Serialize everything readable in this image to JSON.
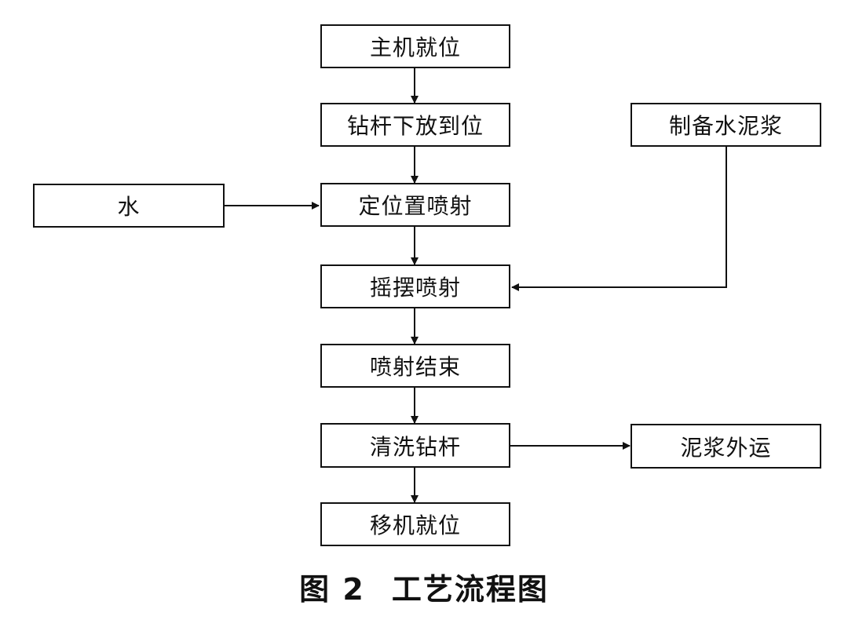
{
  "nodes": {
    "host_in_place": "主机就位",
    "rod_lowered": "钻杆下放到位",
    "fixed_spray": "定位置喷射",
    "swing_spray": "摇摆喷射",
    "spray_end": "喷射结束",
    "clean_rod": "清洗钻杆",
    "move_machine": "移机就位",
    "water": "水",
    "prepare_slurry": "制备水泥浆",
    "slurry_out": "泥浆外运"
  },
  "caption": {
    "label": "图 2",
    "title": "工艺流程图"
  },
  "colors": {
    "line": "#111111",
    "background": "#ffffff"
  }
}
